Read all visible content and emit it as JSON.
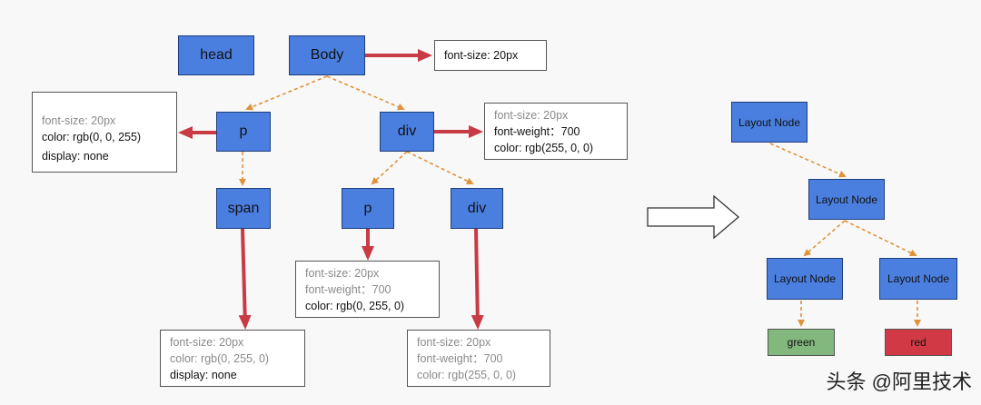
{
  "left_tree": {
    "head": "head",
    "body": "Body",
    "body_prop": "font-size: 20px",
    "p1": "p",
    "p1_props": [
      "font-size: 20px",
      "color: rgb(0, 0, 255)",
      "display: none"
    ],
    "div1": "div",
    "div1_props": [
      "font-size: 20px",
      "font-weight：700",
      "color: rgb(255, 0, 0)"
    ],
    "span": "span",
    "span_props": [
      "font-size: 20px",
      "color: rgb(0, 255, 0)",
      "display: none"
    ],
    "p2": "p",
    "p2_props": [
      "font-size: 20px",
      "font-weight：700",
      "color: rgb(0, 255, 0)"
    ],
    "div2": "div",
    "div2_props": [
      "font-size: 20px",
      "font-weight：700",
      "color: rgb(255, 0, 0)"
    ]
  },
  "right_tree": {
    "root": "Layout Node",
    "mid": "Layout Node",
    "left": "Layout Node",
    "right": "Layout Node",
    "leaf_left": "green",
    "leaf_right": "red"
  },
  "watermark": "头条 @阿里技术",
  "colors": {
    "node_fill": "#4a7fe0",
    "arrow_red": "#c83a44",
    "arrow_orange": "#e0923a",
    "leaf_green": "#82b87e",
    "leaf_red": "#d13a44"
  }
}
